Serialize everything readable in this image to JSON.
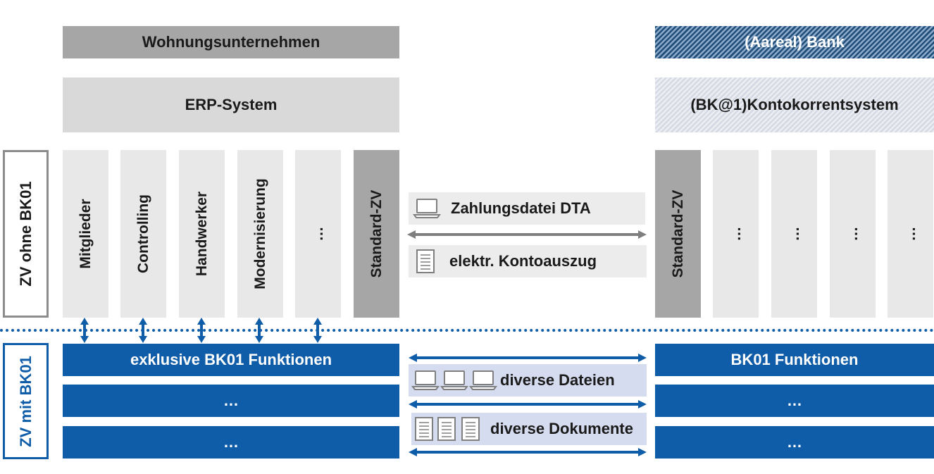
{
  "top": {
    "left_header": "Wohnungsunternehmen",
    "right_header": "(Aareal) Bank",
    "left_system": "ERP-System",
    "right_system": "(BK@1)Kontokorrentsystem"
  },
  "left_columns": [
    "Mitglieder",
    "Controlling",
    "Handwerker",
    "Modernisierung",
    "…",
    "Standard-ZV"
  ],
  "right_columns": [
    "Standard-ZV",
    "…",
    "…",
    "…",
    "…"
  ],
  "side_labels": {
    "upper": "ZV ohne BK01",
    "lower": "ZV mit BK01"
  },
  "middle_upper": {
    "file": "Zahlungsdatei DTA",
    "statement": "elektr. Kontoauszug",
    "file_icon": "laptop-icon",
    "statement_icon": "document-icon"
  },
  "middle_lower": {
    "files": "diverse Dateien",
    "documents": "diverse Dokumente",
    "files_icon": "laptop-icon",
    "documents_icon": "document-icon"
  },
  "bottom_left": [
    "exklusive BK01 Funktionen",
    "…",
    "…"
  ],
  "bottom_right": [
    "BK01 Funktionen",
    "…",
    "…"
  ],
  "colors": {
    "blue": "#0f5ca8",
    "gray_dark": "#a6a6a6",
    "gray_light": "#d9d9d9",
    "column": "#e8e8e8"
  }
}
